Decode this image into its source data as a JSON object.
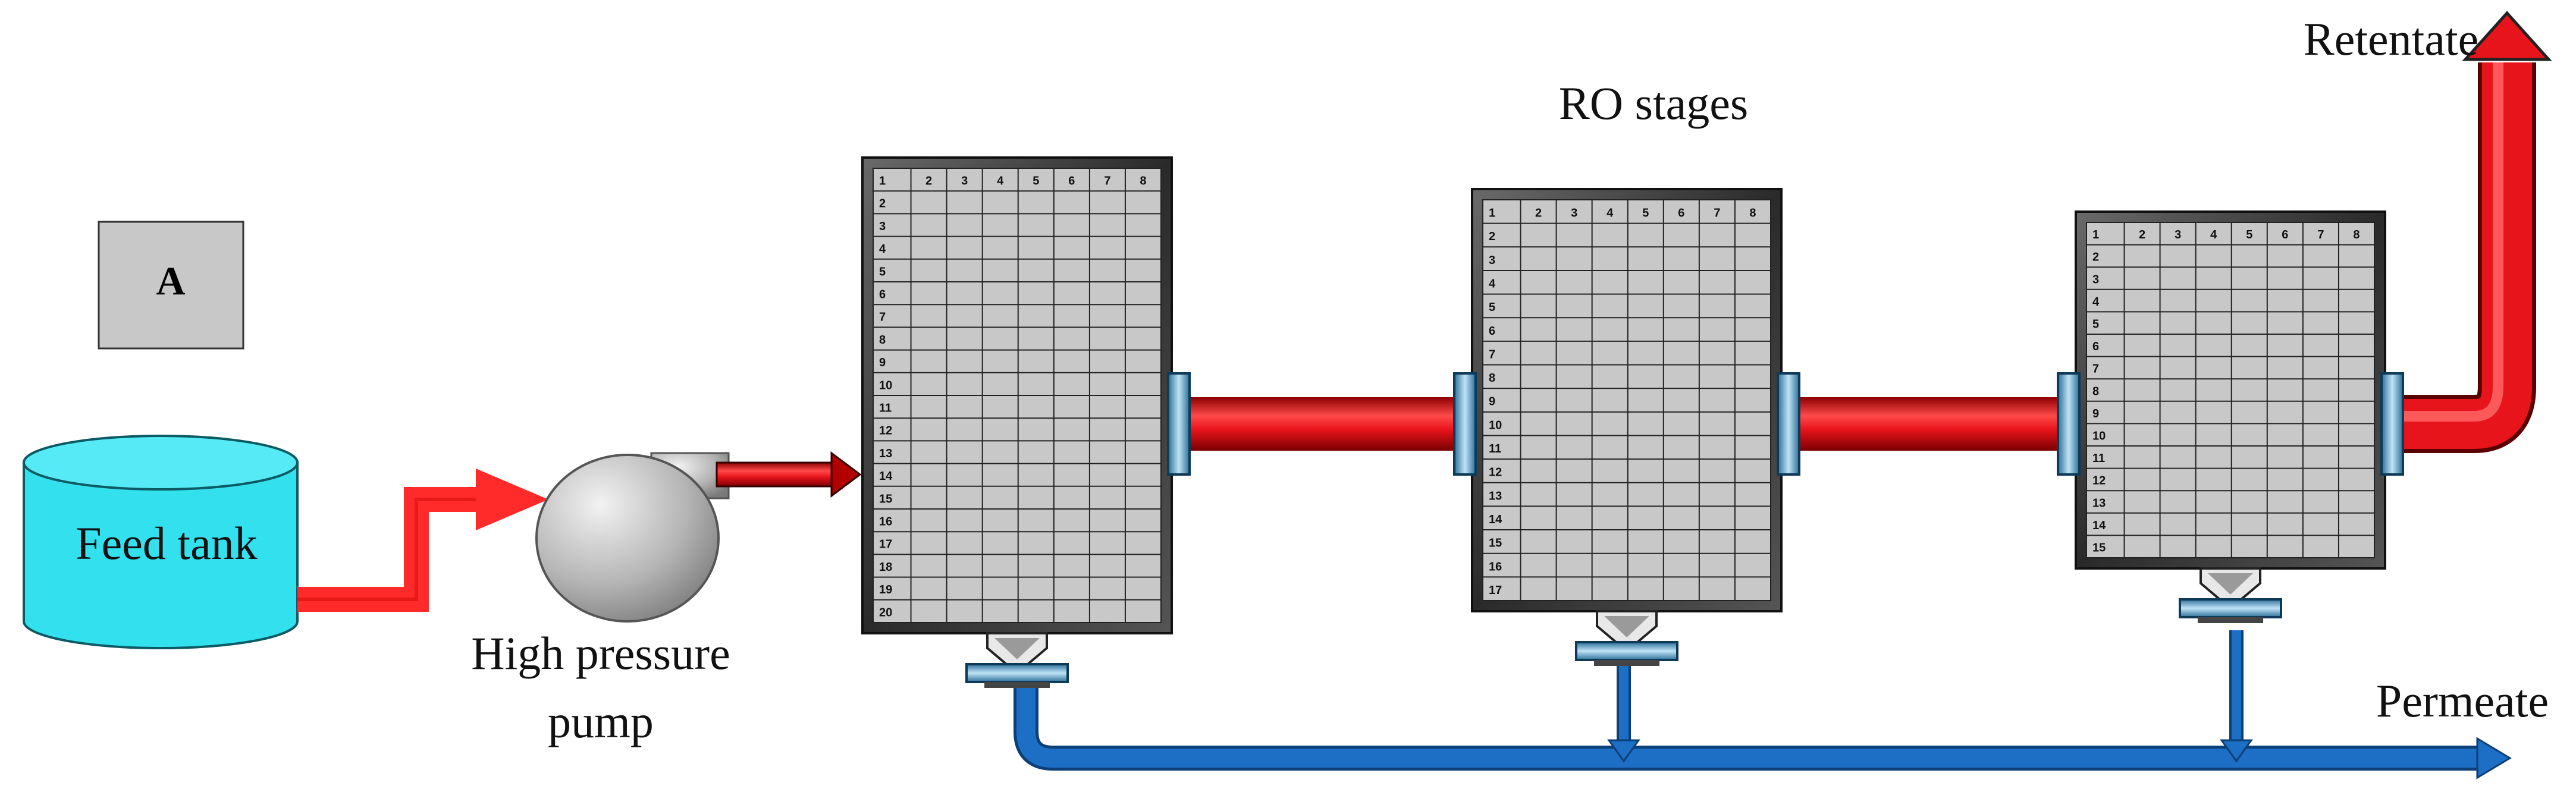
{
  "panel_label": "A",
  "labels": {
    "feed_tank": "Feed tank",
    "pump_line1": "High pressure",
    "pump_line2": "pump",
    "ro_stages": "RO stages",
    "retentate": "Retentate",
    "permeate": "Permeate"
  },
  "stages": [
    {
      "columns": [
        "1",
        "2",
        "3",
        "4",
        "5",
        "6",
        "7",
        "8"
      ],
      "rows": [
        "1",
        "2",
        "3",
        "4",
        "5",
        "6",
        "7",
        "8",
        "9",
        "10",
        "11",
        "12",
        "13",
        "14",
        "15",
        "16",
        "17",
        "18",
        "19",
        "20"
      ]
    },
    {
      "columns": [
        "1",
        "2",
        "3",
        "4",
        "5",
        "6",
        "7",
        "8"
      ],
      "rows": [
        "1",
        "2",
        "3",
        "4",
        "5",
        "6",
        "7",
        "8",
        "9",
        "10",
        "11",
        "12",
        "13",
        "14",
        "15",
        "16",
        "17"
      ]
    },
    {
      "columns": [
        "1",
        "2",
        "3",
        "4",
        "5",
        "6",
        "7",
        "8"
      ],
      "rows": [
        "1",
        "2",
        "3",
        "4",
        "5",
        "6",
        "7",
        "8",
        "9",
        "10",
        "11",
        "12",
        "13",
        "14",
        "15"
      ]
    }
  ],
  "colors": {
    "feed_pipe": "#e8141b",
    "permeate_pipe": "#1c6fc4",
    "tank": "#33e0ee",
    "pump": "#a9a9a9",
    "module_grid": "#c8c8c8"
  }
}
